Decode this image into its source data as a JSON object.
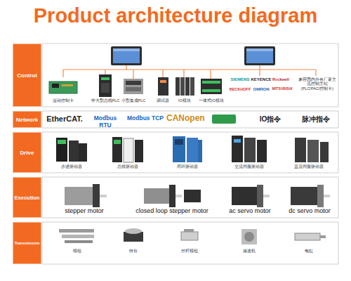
{
  "diagram": {
    "title": "Product architecture diagram",
    "nodes": [
      {
        "text": [
          "Control"
        ]
      },
      {
        "text": [
          "Network"
        ]
      },
      {
        "text": [
          "Drive"
        ]
      },
      {
        "text": [
          "Execution"
        ]
      },
      {
        "text": [
          "Transmission"
        ]
      }
    ],
    "labels": [
      "运动控制卡",
      "中大型总线PLC",
      "小型集成PLC",
      "调试器",
      "IO模块",
      "一体式IO模块",
      "SIEMENS",
      "KEYENCE",
      "Rockwell",
      "BECKHOFF",
      "OMRON",
      "MITSUBISHI",
      "兼容国内外各厂家主流控制主站(PLC/PAC/控制卡)",
      "EtherCAT.",
      "Modbus RTU",
      "Modbus TCP",
      "CANopen",
      "IO指令",
      "脉冲指令",
      "步进驱动器",
      "总线驱动器",
      "闭环驱动器",
      "交流伺服驱动器",
      "直流伺服驱动器",
      "stepper motor",
      "closed loop stepper motor",
      "ac servo motor",
      "dc servo motor",
      "模组",
      "转台",
      "丝杆模组",
      "减速机",
      "电缸"
    ]
  }
}
